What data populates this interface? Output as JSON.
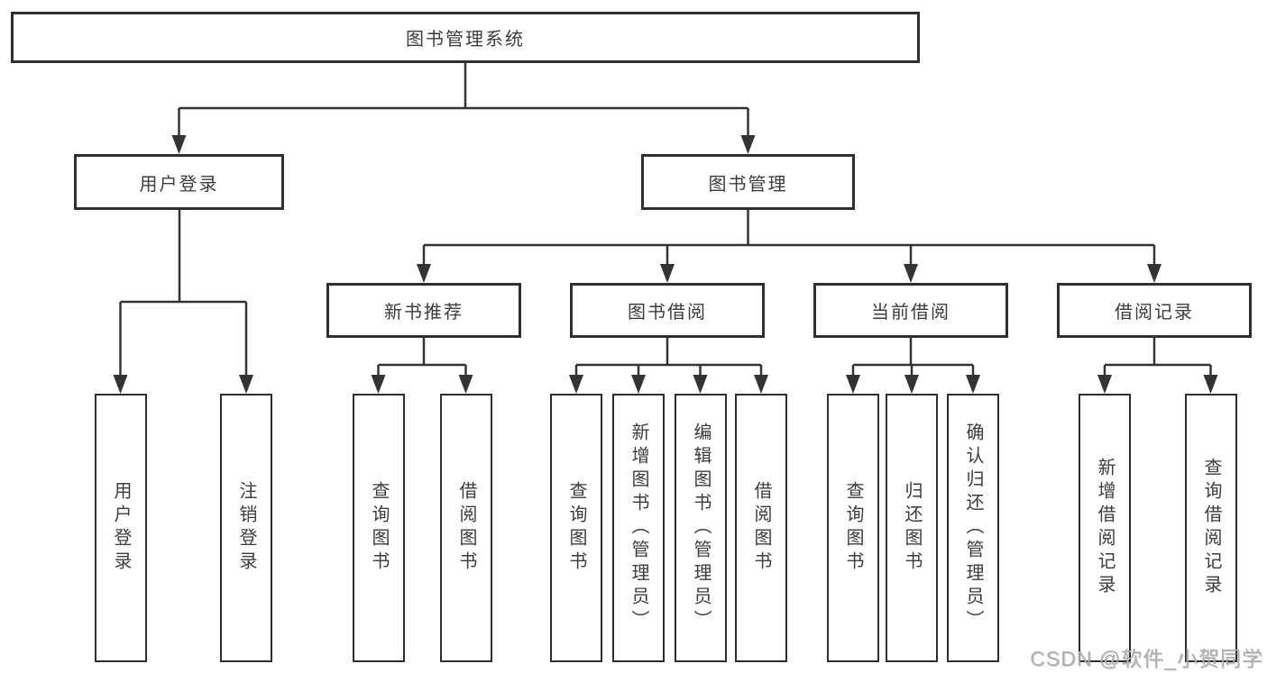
{
  "nodes": {
    "root": {
      "label": "图书管理系统"
    },
    "l2": [
      {
        "label": "用户登录"
      },
      {
        "label": "图书管理"
      }
    ],
    "l3": [
      {
        "label": "新书推荐"
      },
      {
        "label": "图书借阅"
      },
      {
        "label": "当前借阅"
      },
      {
        "label": "借阅记录"
      }
    ],
    "leaves": [
      {
        "label": "用户登录"
      },
      {
        "label": "注销登录"
      },
      {
        "label": "查询图书"
      },
      {
        "label": "借阅图书"
      },
      {
        "label": "查询图书"
      },
      {
        "label": "新增图书（管理员）"
      },
      {
        "label": "编辑图书（管理员）"
      },
      {
        "label": "借阅图书"
      },
      {
        "label": "查询图书"
      },
      {
        "label": "归还图书"
      },
      {
        "label": "确认归还（管理员）"
      },
      {
        "label": "新增借阅记录"
      },
      {
        "label": "查询借阅记录"
      }
    ]
  },
  "colors": {
    "line": "#333333",
    "border": "#2f2f2f",
    "text": "#3c3c3c",
    "watermark": "#aeaeae",
    "background": "#ffffff"
  },
  "watermark": {
    "text": "CSDN @软件_小贺同学"
  }
}
